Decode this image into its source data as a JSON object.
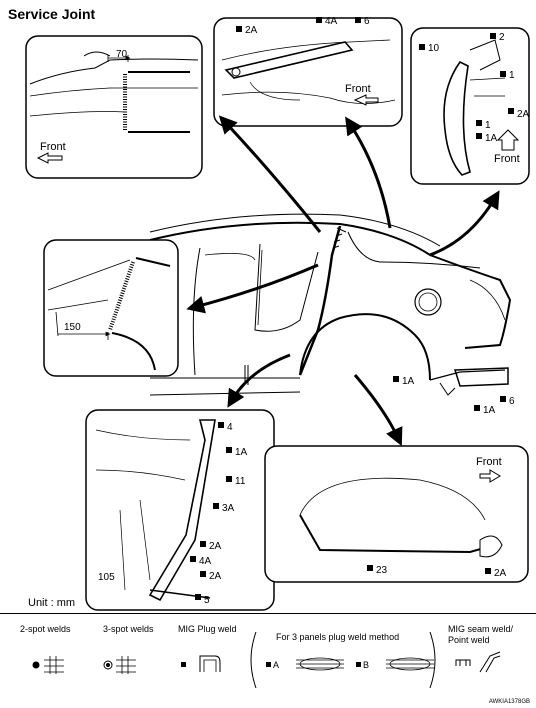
{
  "title": "Service Joint",
  "unit": "Unit : mm",
  "legend": {
    "two_spot": "2-spot welds",
    "three_spot": "3-spot welds",
    "mig_plug": "MIG Plug weld",
    "three_panel": "For 3 panels plug weld method",
    "mig_seam_line1": "MIG seam weld/",
    "mig_seam_line2": "Point weld",
    "marker_a": "A",
    "marker_b": "B"
  },
  "labels": {
    "front": "Front",
    "dim_70": "70",
    "dim_150": "150",
    "dim_105": "105",
    "tag_2A": "2A",
    "tag_4A": "4A",
    "tag_6": "6",
    "tag_10": "10",
    "tag_2": "2",
    "tag_1": "1",
    "tag_1A": "1A",
    "tag_4": "4",
    "tag_11": "11",
    "tag_3A": "3A",
    "tag_5": "5",
    "tag_23": "23"
  },
  "image_code": "AWKIA1378GB"
}
